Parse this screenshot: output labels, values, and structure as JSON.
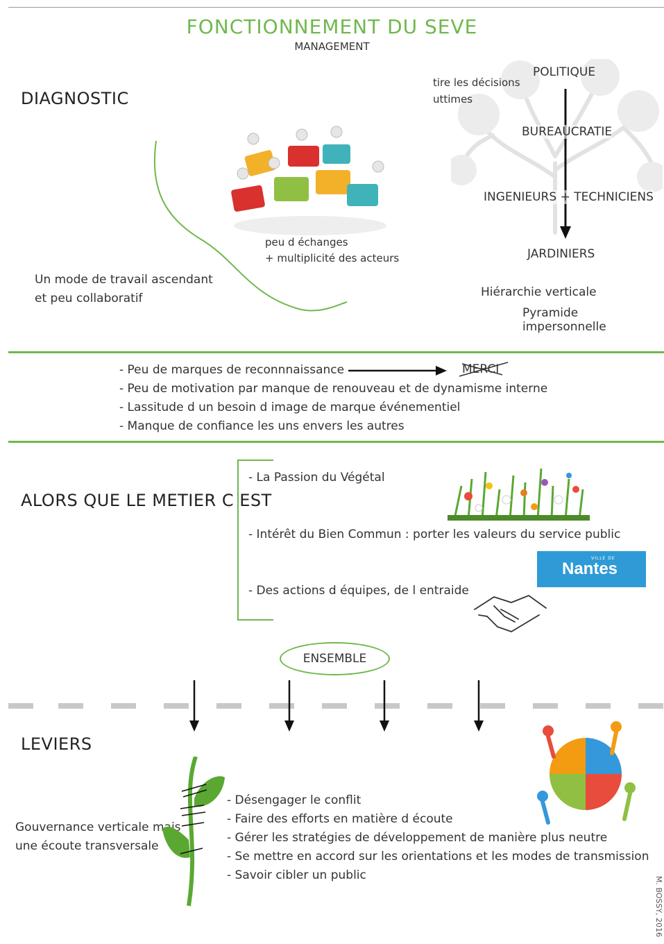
{
  "header": {
    "title": "FONCTIONNEMENT DU SEVE",
    "subtitle": "MANAGEMENT"
  },
  "diagnostic": {
    "heading": "DIAGNOSTIC",
    "mode_line1": "Un mode de travail ascendant",
    "mode_line2": "et peu collaboratif",
    "exchanges_line1": "peu d  échanges",
    "exchanges_line2": "+ multiplicité des acteurs"
  },
  "hierarchy": {
    "decision_line1": "tire les décisions",
    "decision_line2": "uttimes",
    "levels": [
      "POLITIQUE",
      "BUREAUCRATIE",
      "INGENIEURS + TECHNICIENS",
      "JARDINIERS"
    ],
    "caption_line1": "Hiérarchie verticale",
    "caption_line2": "Pyramide impersonnelle"
  },
  "problems": {
    "items": [
      "- Peu de marques de reconnnaissance",
      "- Peu de motivation par manque de renouveau et de dynamisme interne",
      "- Lassitude d  un besoin d  image de marque événementiel",
      "- Manque de confiance les uns envers les autres"
    ],
    "merci": "MERCI"
  },
  "metier": {
    "heading": "ALORS QUE LE METIER C EST",
    "items": [
      "- La Passion du Végétal",
      "- Intérêt du Bien Commun : porter les valeurs du service public",
      "- Des actions d  équipes, de l  entraide"
    ],
    "logo_small": "VILLE DE",
    "logo_text": "Nantes",
    "ensemble": "ENSEMBLE"
  },
  "leviers": {
    "heading": "LEVIERS",
    "gov_line1": "Gouvernance verticale mais",
    "gov_line2": "une écoute transversale",
    "items": [
      "- Désengager le conflit",
      "- Faire des efforts en matière d  écoute",
      "- Gérer les stratégies de développement de manière plus neutre",
      "- Se mettre en accord sur les orientations et les modes de transmission",
      "- Savoir cibler un public"
    ]
  },
  "credit": "M. BOSSY, 2016",
  "colors": {
    "accent_green": "#6fb84c",
    "text": "#333333",
    "logo_blue": "#2e9bd6"
  }
}
